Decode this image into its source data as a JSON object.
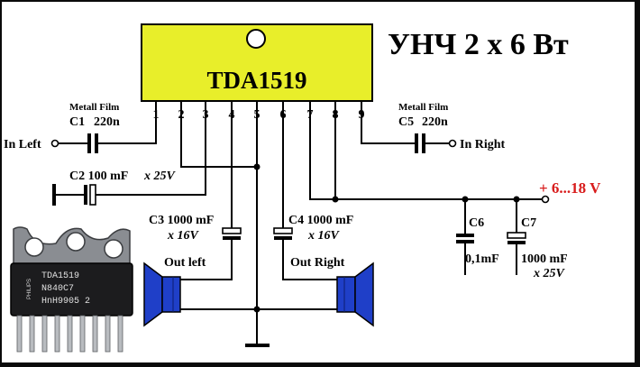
{
  "title": "УНЧ  2 x 6 Вт",
  "chip": {
    "name": "TDA1519",
    "pins": [
      "1",
      "2",
      "3",
      "4",
      "5",
      "6",
      "7",
      "8",
      "9"
    ]
  },
  "inputs": {
    "left": "In Left",
    "right": "In Right"
  },
  "components": {
    "c1": {
      "type": "Metall Film",
      "ref": "C1",
      "value": "220n"
    },
    "c5": {
      "type": "Metall Film",
      "ref": "C5",
      "value": "220n"
    },
    "c2": {
      "label": "C2  100 mF",
      "rating": "x 25V"
    },
    "c3": {
      "label": "C3  1000 mF",
      "rating": "x 16V"
    },
    "c4": {
      "label": "C4  1000 mF",
      "rating": "x 16V"
    },
    "c6": {
      "ref": "C6",
      "value": "0,1mF"
    },
    "c7": {
      "ref": "C7",
      "value": "1000 mF",
      "rating": "x 25V"
    }
  },
  "outputs": {
    "left": "Out left",
    "right": "Out Right"
  },
  "power": "+ 6...18 V",
  "photo": {
    "line1": "TDA1519",
    "line2": "N840C7",
    "line3": "HnH9905 2",
    "brand": "PHILIPS"
  },
  "colors": {
    "chip": "#e8ee2a",
    "speaker": "#1f3fc8",
    "power_label": "#d81c1c"
  }
}
